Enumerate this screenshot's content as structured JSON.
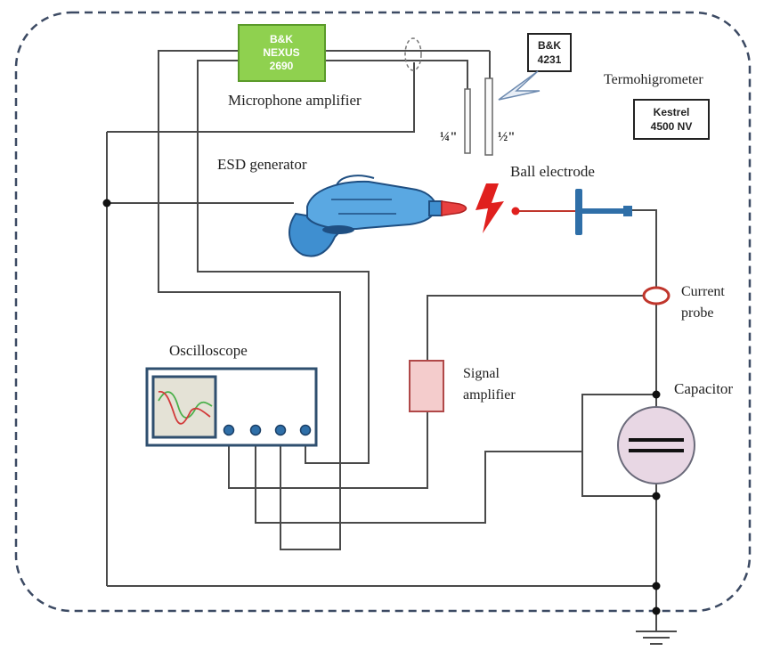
{
  "labels": {
    "nexus_line1": "B&K",
    "nexus_line2": "NEXUS",
    "nexus_line3": "2690",
    "microphone_amplifier": "Microphone amplifier",
    "bk4231_line1": "B&K",
    "bk4231_line2": "4231",
    "termohigrometer": "Termohigrometer",
    "kestrel_line1": "Kestrel",
    "kestrel_line2": "4500 NV",
    "mic_quarter": "¼\"",
    "mic_half": "½\"",
    "esd_generator": "ESD generator",
    "ball_electrode": "Ball electrode",
    "current_probe_line1": "Current",
    "current_probe_line2": "probe",
    "oscilloscope": "Oscilloscope",
    "signal_amplifier_line1": "Signal",
    "signal_amplifier_line2": "amplifier",
    "capacitor": "Capacitor"
  },
  "colors": {
    "boundary": "#3c4a63",
    "wire": "#4a4a4a",
    "nexus_fill": "#8fd14f",
    "nexus_border": "#5a9a2a",
    "gun_body": "#3f8fd0",
    "gun_dark": "#1f4f82",
    "electrode": "#2f6fa8",
    "spark": "#e0201e",
    "probe_ring": "#c0362c",
    "amp_fill": "#f4cccc",
    "amp_border": "#b04848",
    "cap_fill": "#e8d7e4",
    "scope_border": "#2f4f6f",
    "scope_screen": "#e4e2d6"
  },
  "icons": [
    "esd-gun-icon",
    "spark-icon",
    "ground-icon",
    "microphone-icon",
    "capacitor-icon"
  ]
}
